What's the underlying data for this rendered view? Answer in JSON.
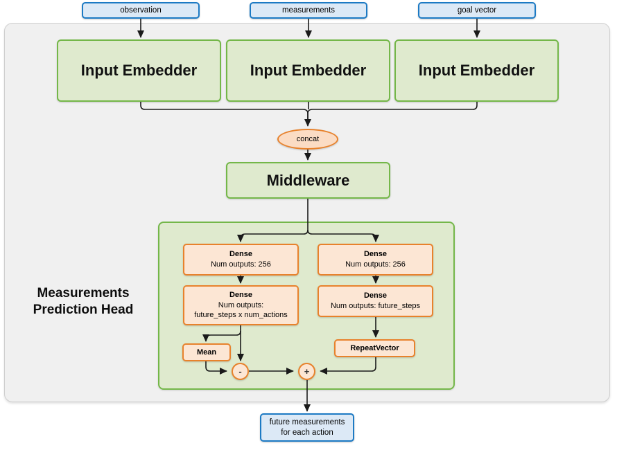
{
  "diagram": {
    "title": "Measurements Prediction Head",
    "colors": {
      "green_fill": "#dfeace",
      "green_border": "#74b749",
      "orange_fill": "#fce6d4",
      "orange_border": "#e8822c",
      "blue_fill": "#dce9f6",
      "blue_border": "#1c7ac4",
      "outer_fill": "#f0f0f0",
      "outer_border": "#cfcfcf"
    }
  },
  "inputs": [
    {
      "label": "observation"
    },
    {
      "label": "measurements"
    },
    {
      "label": "goal vector"
    }
  ],
  "embedders": [
    {
      "label": "Input Embedder"
    },
    {
      "label": "Input Embedder"
    },
    {
      "label": "Input Embedder"
    }
  ],
  "concat": {
    "label": "concat"
  },
  "middleware": {
    "label": "Middleware"
  },
  "head": {
    "label_line1": "Measurements",
    "label_line2": "Prediction Head",
    "dense_left_1": {
      "title": "Dense",
      "line2": "Num outputs: 256"
    },
    "dense_left_2": {
      "title": "Dense",
      "line2": "Num outputs:",
      "line3": "future_steps x num_actions"
    },
    "dense_right_1": {
      "title": "Dense",
      "line2": "Num outputs: 256"
    },
    "dense_right_2": {
      "title": "Dense",
      "line2": "Num outputs: future_steps"
    },
    "mean": {
      "label": "Mean"
    },
    "repeat_vector": {
      "label": "RepeatVector"
    },
    "subtract_op": {
      "label": "-"
    },
    "add_op": {
      "label": "+"
    }
  },
  "output": {
    "line1": "future measurements",
    "line2": "for each action"
  }
}
